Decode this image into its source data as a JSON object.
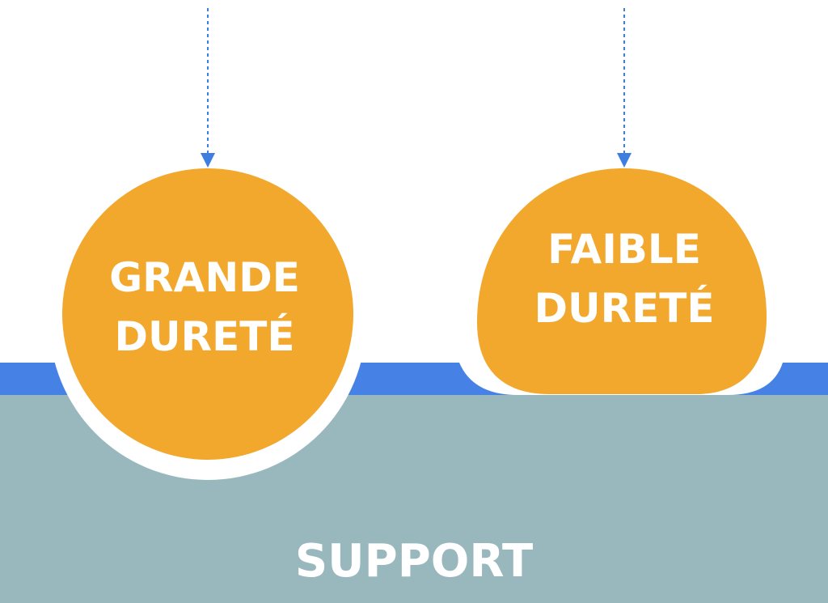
{
  "labels": {
    "hard_ball_line1": "GRANDE",
    "hard_ball_line2": "DURETÉ",
    "soft_ball_line1": "FAIBLE",
    "soft_ball_line2": "DURETÉ",
    "support": "SUPPORT"
  },
  "colors": {
    "background": "#ffffff",
    "ball": "#f2a72d",
    "coating": "#4682e6",
    "support": "#99b8bd",
    "arrow": "#3f7de0",
    "text": "#ffffff"
  }
}
